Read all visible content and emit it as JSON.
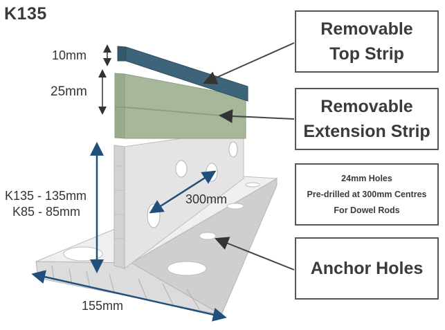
{
  "title": "K135",
  "callouts": {
    "top_strip": [
      "Removable",
      "Top Strip"
    ],
    "extension_strip": [
      "Removable",
      "Extension Strip"
    ],
    "holes_info": [
      "24mm Holes",
      "Pre-drilled at 300mm Centres",
      "For Dowel Rods"
    ],
    "anchor_holes": [
      "Anchor Holes"
    ]
  },
  "dimensions": {
    "top_strip_height": "10mm",
    "extension_height": "25mm",
    "height_k135": "K135 - 135mm",
    "height_k85": "K85 - 85mm",
    "hole_spacing": "300mm",
    "base_width": "155mm"
  },
  "colors": {
    "top_strip": "#3e6479",
    "extension_strip": "#a7b79a",
    "body": "#e4e4e4",
    "dimension_arrow": "#1f4f7a",
    "leader_line": "#444444"
  }
}
